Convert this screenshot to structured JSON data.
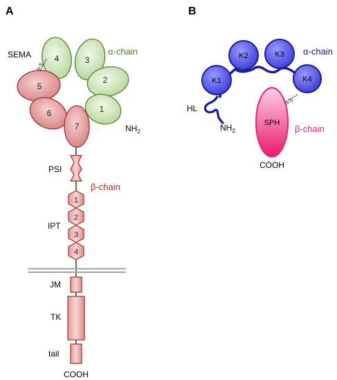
{
  "panel_a": {
    "letter": "A",
    "labels": {
      "sema": "SEMA",
      "alpha_chain": "α-chain",
      "nh": "NH",
      "nh_sub": "2",
      "psi": "PSI",
      "beta_chain": "β-chain",
      "ipt": "IPT",
      "jm": "JM",
      "tk": "TK",
      "tail": "tail",
      "cooh": "COOH",
      "ss": "S-S"
    },
    "alpha_blades": [
      "4",
      "3",
      "2",
      "1"
    ],
    "beta_blades": [
      "5",
      "6",
      "7"
    ],
    "ipt_domains": [
      "1",
      "2",
      "3",
      "4"
    ]
  },
  "panel_b": {
    "letter": "B",
    "labels": {
      "alpha_chain": "α-chain",
      "hl": "HL",
      "nh": "NH",
      "nh_sub": "2",
      "sph": "SPH",
      "beta_chain": "β-chain",
      "cooh": "COOH",
      "ss": "S-S"
    },
    "kringles": [
      "K1",
      "K2",
      "K3",
      "K4"
    ]
  },
  "colors": {
    "alpha_green_fill": "#c8e0b0",
    "alpha_green_stroke": "#548235",
    "beta_red_fill": "#e8a0a0",
    "beta_red_stroke": "#a03030",
    "blue_fill": "#5a5ae6",
    "blue_stroke": "#1a1a9a",
    "magenta": "#e6207a",
    "membrane": "#b0b0b0"
  }
}
